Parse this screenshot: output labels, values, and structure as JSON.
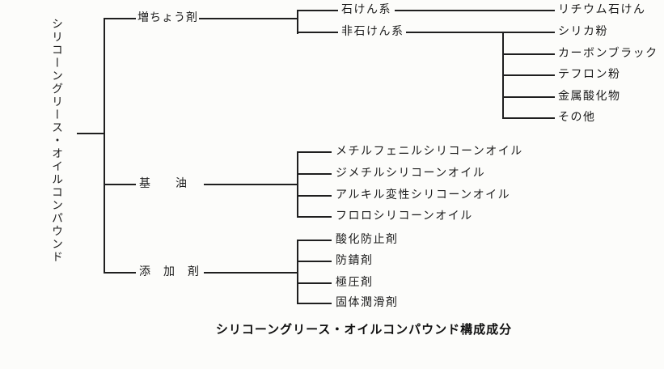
{
  "colors": {
    "paper": "#fcfcfa",
    "ink": "#1d1d1d"
  },
  "caption": "シリコーングリース・オイルコンパウンド構成成分",
  "tree": {
    "root_label": "シリコーングリース・オイルコンパウンド",
    "branches": [
      {
        "label": "増ちょう剤",
        "children": [
          {
            "label": "石けん系",
            "children": [
              {
                "label": "リチウム石けん"
              }
            ]
          },
          {
            "label": "非石けん系",
            "children": [
              {
                "label": "シリカ粉"
              },
              {
                "label": "カーボンブラック"
              },
              {
                "label": "テフロン粉"
              },
              {
                "label": "金属酸化物"
              },
              {
                "label": "その他"
              }
            ]
          }
        ]
      },
      {
        "label": "基　　油",
        "children": [
          {
            "label": "メチルフェニルシリコーンオイル"
          },
          {
            "label": "ジメチルシリコーンオイル"
          },
          {
            "label": "アルキル変性シリコーンオイル"
          },
          {
            "label": "フロロシリコーンオイル"
          }
        ]
      },
      {
        "label": "添　加　剤",
        "children": [
          {
            "label": "酸化防止剤"
          },
          {
            "label": "防錆剤"
          },
          {
            "label": "極圧剤"
          },
          {
            "label": "固体潤滑剤"
          }
        ]
      }
    ]
  }
}
